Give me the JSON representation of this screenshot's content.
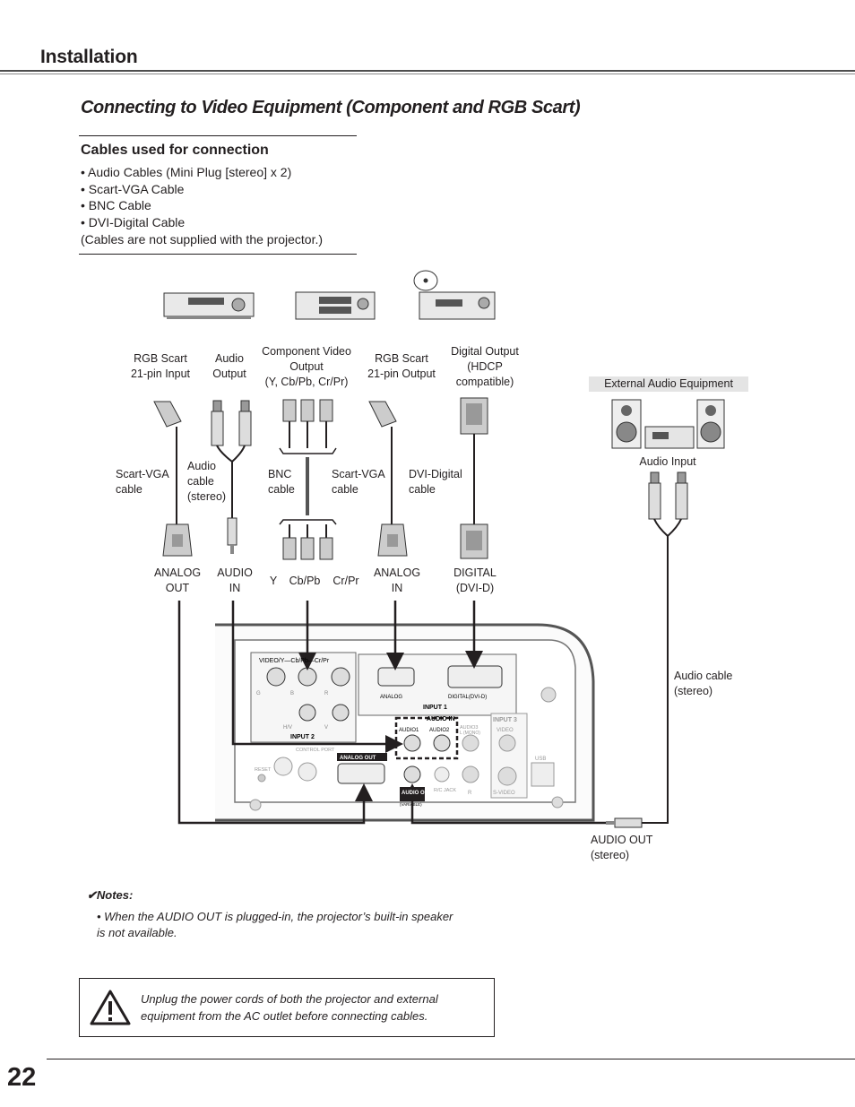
{
  "header": {
    "section_title": "Installation"
  },
  "title": "Connecting to Video Equipment (Component and RGB Scart)",
  "cables": {
    "heading": "Cables used for connection",
    "items": [
      "• Audio Cables (Mini Plug [stereo] x 2)",
      "• Scart-VGA Cable",
      "• BNC Cable",
      "• DVI-Digital Cable",
      "(Cables are not supplied with the projector.)"
    ]
  },
  "diagram": {
    "source_labels": {
      "rgb_scart_input": "RGB Scart\n21-pin Input",
      "audio_output": "Audio\nOutput",
      "component_output": "Component Video\nOutput\n(Y, Cb/Pb, Cr/Pr)",
      "rgb_scart_output": "RGB Scart\n21-pin Output",
      "digital_output": "Digital Output\n(HDCP\ncompatible)"
    },
    "external_audio": "External Audio Equipment",
    "audio_input": "Audio Input",
    "cable_labels": {
      "scart_vga_1": "Scart-VGA\ncable",
      "audio_cable": "Audio\ncable\n(stereo)",
      "bnc": "BNC\ncable",
      "scart_vga_2": "Scart-VGA\ncable",
      "dvi_digital": "DVI-Digital\ncable",
      "audio_cable_right": "Audio cable\n(stereo)"
    },
    "port_labels": {
      "analog_out": "ANALOG\nOUT",
      "audio_in": "AUDIO\nIN",
      "y": "Y",
      "cb_pb": "Cb/Pb",
      "cr_pr": "Cr/Pr",
      "analog_in": "ANALOG\nIN",
      "digital_dvi": "DIGITAL\n(DVI-D)",
      "audio_out_stereo": "AUDIO OUT\n(stereo)"
    },
    "panel": {
      "video_y_cb_cr": "VIDEO/Y—Cb/Pb—Cr/Pr",
      "g": "G",
      "b": "B",
      "r": "R",
      "hv": "H/V",
      "v": "V",
      "input2": "INPUT 2",
      "analog": "ANALOG",
      "digital_dvi": "DIGITAL(DVI-D)",
      "input1": "INPUT 1",
      "audio_in": "AUDIO IN",
      "audio1": "AUDIO1",
      "audio2": "AUDIO2",
      "audio3": "AUDIO3",
      "l_mono": "L (MONO)",
      "input3": "INPUT 3",
      "video": "VIDEO",
      "r_ch": "R",
      "s_video": "S-VIDEO",
      "usb": "USB",
      "control_port": "CONTROL\nPORT",
      "reset": "RESET",
      "analog_out": "ANALOG OUT",
      "audio_out": "AUDIO\nOUT",
      "variable": "(VARIABLE)",
      "rc_jack": "R/C\nJACK"
    }
  },
  "notes": {
    "heading": "✔Notes:",
    "items": [
      "• When the AUDIO OUT is plugged-in, the projector’s built-in speaker is not available."
    ]
  },
  "warning": {
    "text": "Unplug the power cords of both the projector and external equipment from the AC outlet before connecting cables."
  },
  "page_number": "22"
}
